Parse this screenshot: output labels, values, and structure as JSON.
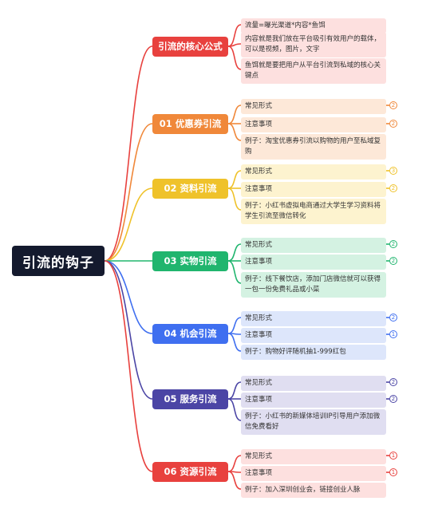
{
  "root": {
    "label": "引流的钩子"
  },
  "branches": [
    {
      "label": "引流的核心公式",
      "color": "#e8413e",
      "leaf_bg": "#fde0df",
      "leaves": [
        {
          "text": "流量=曝光渠道*内容*鱼饵",
          "badge": ""
        },
        {
          "text": "内容就是我们放在平台吸引有效用户的载体，可以是视频，图片，文字",
          "badge": ""
        },
        {
          "text": "鱼饵就是要把用户从平台引流到私域的核心关键点",
          "badge": ""
        }
      ]
    },
    {
      "label": "01 优惠券引流",
      "color": "#f0883a",
      "leaf_bg": "#fde8d8",
      "leaves": [
        {
          "text": "常见形式",
          "badge": "2"
        },
        {
          "text": "注意事项",
          "badge": "2"
        },
        {
          "text": "例子：淘宝优惠券引流以购物的用户至私域复购",
          "badge": ""
        }
      ]
    },
    {
      "label": "02 资料引流",
      "color": "#efc22a",
      "leaf_bg": "#fdf3cf",
      "leaves": [
        {
          "text": "常见形式",
          "badge": "3"
        },
        {
          "text": "注意事项",
          "badge": "2"
        },
        {
          "text": "例子：小红书虚拟电商通过大学生学习资料将学生引流至微信转化",
          "badge": ""
        }
      ]
    },
    {
      "label": "03 实物引流",
      "color": "#20b56e",
      "leaf_bg": "#d4f2e2",
      "leaves": [
        {
          "text": "常见形式",
          "badge": "2"
        },
        {
          "text": "注意事项",
          "badge": "2"
        },
        {
          "text": "例子：线下餐饮店，添加门店微信就可以获得一包一份免费礼品或小菜",
          "badge": ""
        }
      ]
    },
    {
      "label": "04 机会引流",
      "color": "#3f6ff0",
      "leaf_bg": "#dde6fb",
      "leaves": [
        {
          "text": "常见形式",
          "badge": "2"
        },
        {
          "text": "注意事项",
          "badge": "1"
        },
        {
          "text": "例子：购物好评随机抽1-999红包",
          "badge": ""
        }
      ]
    },
    {
      "label": "05 服务引流",
      "color": "#4b45a5",
      "leaf_bg": "#e0def1",
      "leaves": [
        {
          "text": "常见形式",
          "badge": "2"
        },
        {
          "text": "注意事项",
          "badge": "2"
        },
        {
          "text": "例子：小红书的新媒体培训IP引导用户添加微信免费看好",
          "badge": ""
        }
      ]
    },
    {
      "label": "06 资源引流",
      "color": "#e8413e",
      "leaf_bg": "#fde0df",
      "leaves": [
        {
          "text": "常见形式",
          "badge": "1"
        },
        {
          "text": "注意事项",
          "badge": "1"
        },
        {
          "text": "例子：加入深圳创业会，链接创业人脉",
          "badge": ""
        }
      ]
    }
  ]
}
